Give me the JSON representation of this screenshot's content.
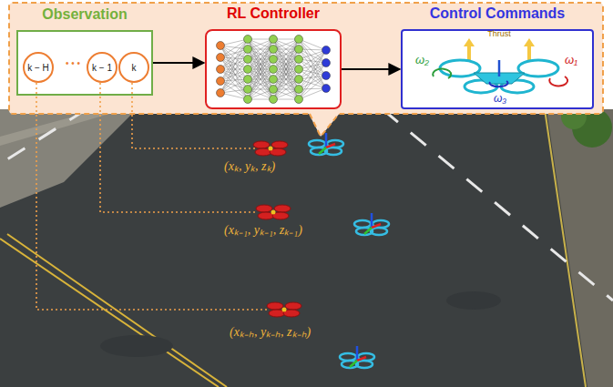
{
  "diagram": {
    "nodes": [
      {
        "text": [
          "Observation"
        ]
      },
      {
        "text": [
          "k − H"
        ],
        "in": 0
      },
      {
        "text": [
          "k − 1"
        ],
        "in": 0
      },
      {
        "text": [
          "k"
        ],
        "in": 0
      },
      {
        "text": [
          "RL Controller"
        ]
      },
      {
        "text": [
          "Control Commands"
        ]
      }
    ],
    "edges": [
      {
        "from": 0,
        "to": 4,
        "arrow": "to"
      },
      {
        "from": 4,
        "to": 5,
        "arrow": "to"
      }
    ],
    "labels": [
      "• • •",
      "Thrust",
      "ω₂",
      "ω₁",
      "ω₃",
      "(xₖ, yₖ, zₖ)",
      "(xₖ₋₁, yₖ₋₁, zₖ₋₁)",
      "(xₖ₋ₕ, yₖ₋ₕ, zₖ₋ₕ)"
    ]
  }
}
